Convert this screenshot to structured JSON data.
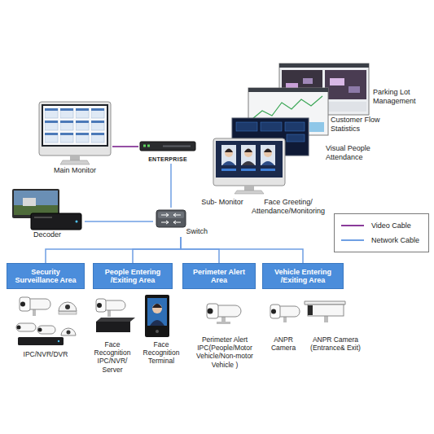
{
  "diagram": {
    "nodes": [
      {
        "text": [
          "Main Monitor"
        ]
      },
      {
        "text": [
          "ENTERPRISE"
        ]
      },
      {
        "text": [
          "Decoder"
        ]
      },
      {
        "text": [
          "Switch"
        ]
      },
      {
        "text": [
          "Security Surveillance Area"
        ]
      },
      {
        "text": [
          "People Entering /Exiting Area"
        ]
      },
      {
        "text": [
          "Perimeter Alert Area"
        ]
      },
      {
        "text": [
          "Vehicle Entering /Exiting Area"
        ]
      }
    ],
    "edges": [
      {
        "from": 0,
        "to": 1,
        "arrow": "none"
      },
      {
        "from": 1,
        "to": 3,
        "arrow": "none"
      },
      {
        "from": 3,
        "to": 2,
        "arrow": "none"
      },
      {
        "from": 3,
        "to": 4,
        "arrow": "none"
      },
      {
        "from": 3,
        "to": 5,
        "arrow": "none"
      },
      {
        "from": 3,
        "to": 6,
        "arrow": "none"
      },
      {
        "from": 3,
        "to": 7,
        "arrow": "none"
      }
    ],
    "labels": [
      "Parking Lot Management",
      "Customer Flow Statistics",
      "Visual People Attendance",
      "Face Greeting/ Attendance/Monitoring",
      "Sub- Monitor",
      "IPC/NVR/DVR",
      "Face Recognition IPC/NVR/ Server",
      "Face Recognition Terminal",
      "Perimeter Alert IPC(People/Motor Vehicle/Non-motor Vehicle )",
      "ANPR Camera",
      "ANPR Camera (Entrance& Exit)"
    ],
    "legend": [
      {
        "text": "Video Cable"
      },
      {
        "text": "Network Cable"
      }
    ]
  }
}
